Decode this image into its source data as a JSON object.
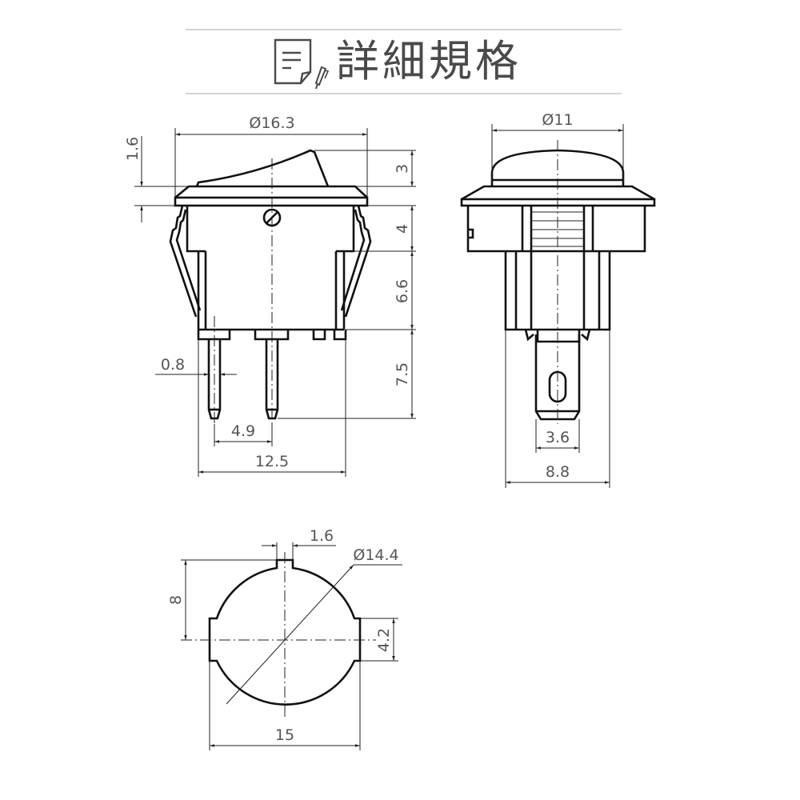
{
  "header": {
    "title": "詳細規格",
    "icon": "document-pencil-icon",
    "rule_color": "#d4d4d4",
    "title_color": "#4a4a4a"
  },
  "front_view": {
    "labels": {
      "overall_diameter": "Ø16.3",
      "flange_thickness": "1.6",
      "rocker_height": "3",
      "upper_body_height": "4",
      "lower_body_height": "6.6",
      "pin_length": "7.5",
      "pin_width": "0.8",
      "pin_spacing": "4.9",
      "body_width": "12.5"
    }
  },
  "side_view": {
    "labels": {
      "cap_diameter": "Ø11",
      "terminal_width": "3.6",
      "body_depth": "8.8"
    }
  },
  "bottom_view": {
    "labels": {
      "key_width": "1.6",
      "circle_diameter": "Ø14.4",
      "half_height": "8",
      "side_tab_height": "4.2",
      "overall_width": "15"
    }
  },
  "colors": {
    "line": "#111111",
    "dimension_text": "#555555",
    "background": "#ffffff"
  }
}
